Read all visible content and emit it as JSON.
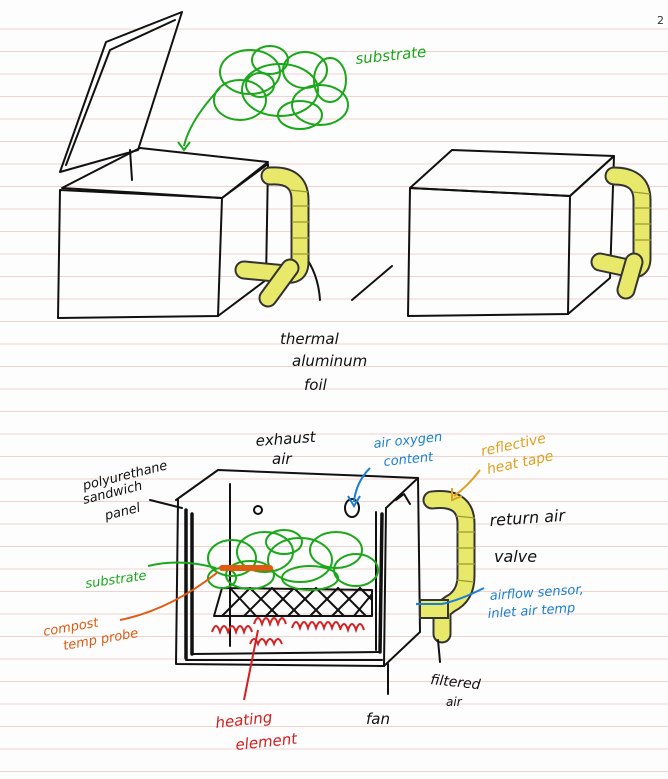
{
  "page": {
    "number": "2"
  },
  "colors": {
    "ink": "#111111",
    "substrate": "#1aa81a",
    "probe": "#e05a10",
    "heating": "#d42020",
    "sensor": "#1a7fd4",
    "tape": "#e0a020",
    "hose": "#e8e86a",
    "paper_line": "#efd3cf"
  },
  "top_sketch": {
    "labels": {
      "substrate": "substrate",
      "foil_line1": "thermal",
      "foil_line2": "aluminum",
      "foil_line3": "foil"
    }
  },
  "bottom_sketch": {
    "labels": {
      "exhaust_line1": "exhaust",
      "exhaust_line2": "air",
      "oxygen_line1": "air oxygen",
      "oxygen_line2": "content",
      "tape_line1": "reflective",
      "tape_line2": "heat tape",
      "panel_line1": "polyurethane",
      "panel_line2": "sandwich",
      "panel_line3": "panel",
      "return_air": "return air",
      "valve": "valve",
      "sensor_line1": "airflow sensor,",
      "sensor_line2": "inlet air temp",
      "substrate": "substrate",
      "probe_line1": "compost",
      "probe_line2": "temp probe",
      "filtered_line1": "filtered",
      "filtered_line2": "air",
      "fan": "fan",
      "heating_line1": "heating",
      "heating_line2": "element"
    }
  }
}
